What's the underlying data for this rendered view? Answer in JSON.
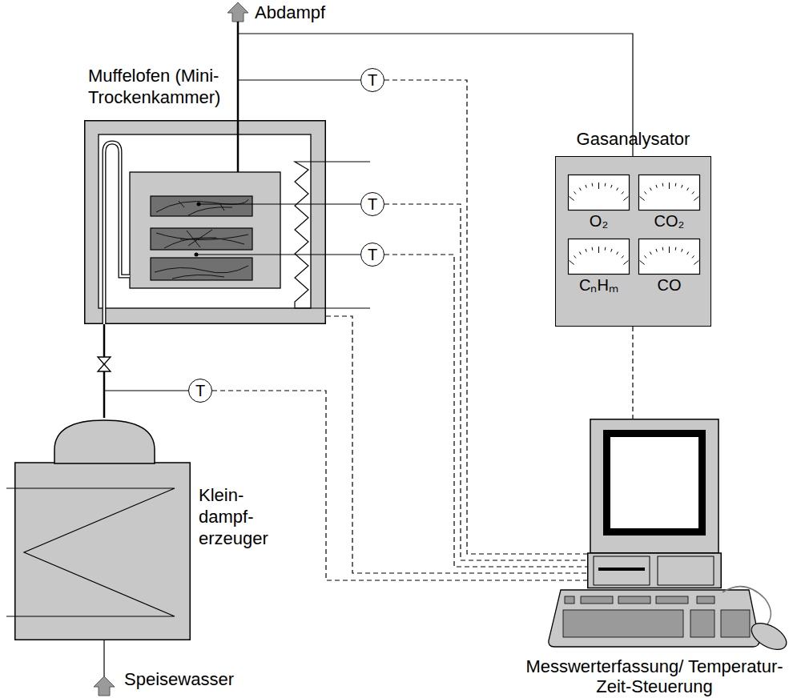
{
  "diagram": {
    "nodes": [
      {
        "text": [
          "Muffelofen (Mini-Trockenkammer)"
        ]
      },
      {
        "text": [
          "T"
        ]
      },
      {
        "text": [
          "T"
        ]
      },
      {
        "text": [
          "T"
        ]
      },
      {
        "text": [
          "Gasanalysator"
        ]
      },
      {
        "text": [
          "O₂"
        ],
        "in": 4
      },
      {
        "text": [
          "CO₂"
        ],
        "in": 4
      },
      {
        "text": [
          "CₙHₘ"
        ],
        "in": 4
      },
      {
        "text": [
          "CO"
        ],
        "in": 4
      },
      {
        "text": [
          "Klein- dampf- erzeuger"
        ]
      },
      {
        "text": [
          "T"
        ]
      },
      {
        "text": [
          "Messwerterfassung/ Temperatur-Zeit-Steuerung"
        ]
      }
    ],
    "edges": [
      {
        "from": 9,
        "to": 0,
        "arrow": "none"
      },
      {
        "from": 1,
        "to": 11,
        "arrow": "none"
      },
      {
        "from": 2,
        "to": 11,
        "arrow": "none"
      },
      {
        "from": 3,
        "to": 11,
        "arrow": "none"
      },
      {
        "from": 0,
        "to": 11,
        "arrow": "none"
      },
      {
        "from": 10,
        "to": 11,
        "arrow": "none"
      },
      {
        "from": 4,
        "to": 11,
        "arrow": "none"
      }
    ],
    "labels": [
      "Abdampf",
      "Speisewasser"
    ]
  }
}
